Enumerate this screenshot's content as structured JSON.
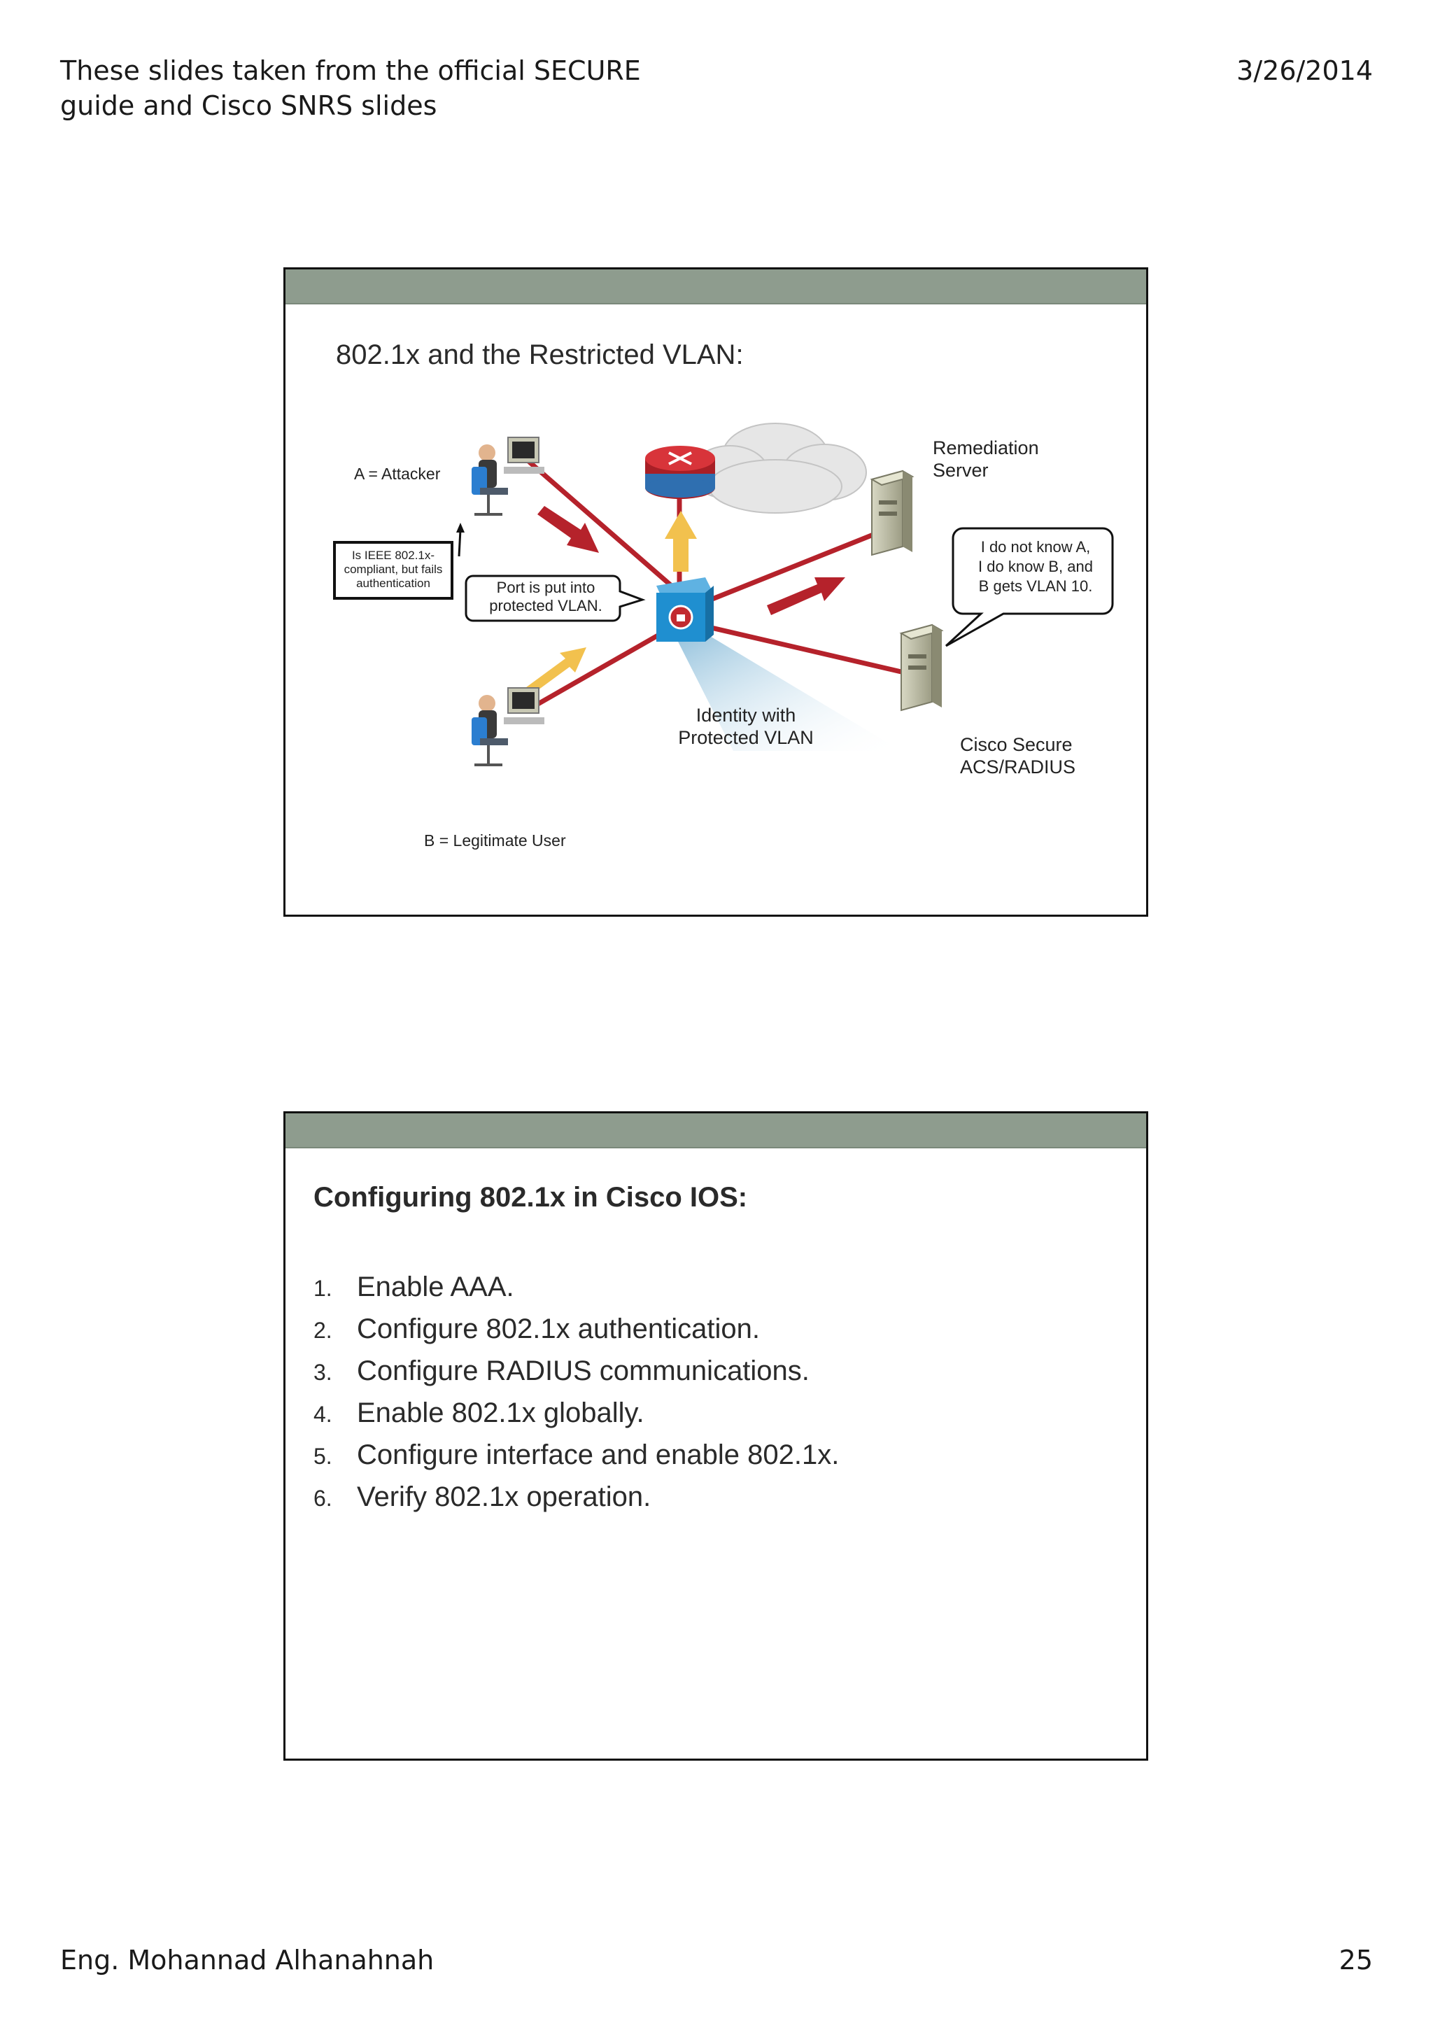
{
  "header": {
    "left_line1": "These slides taken from the official SECURE",
    "left_line2": "guide and Cisco SNRS slides",
    "date": "3/26/2014"
  },
  "slide1": {
    "title": "802.1x and the Restricted VLAN:",
    "labels": {
      "attacker": "A = Attacker",
      "legit_user": "B = Legitimate User",
      "ieee_note_1": "Is IEEE 802.1x-",
      "ieee_note_2": "compliant, but fails",
      "ieee_note_3": "authentication",
      "port_note_1": "Port is put into",
      "port_note_2": "protected VLAN.",
      "identity_1": "Identity with",
      "identity_2": "Protected VLAN",
      "remediation_1": "Remediation",
      "remediation_2": "Server",
      "server_note_1": "I do not know A,",
      "server_note_2": "I do know B, and",
      "server_note_3": "B gets VLAN 10.",
      "acs_1": "Cisco Secure",
      "acs_2": "ACS/RADIUS"
    }
  },
  "slide2": {
    "title": "Configuring 802.1x in Cisco IOS:",
    "steps": [
      {
        "num": "1.",
        "text": "Enable AAA."
      },
      {
        "num": "2.",
        "text": "Configure 802.1x authentication."
      },
      {
        "num": "3.",
        "text": "Configure RADIUS communications."
      },
      {
        "num": "4.",
        "text": "Enable 802.1x globally."
      },
      {
        "num": "5.",
        "text": "Configure interface and enable 802.1x."
      },
      {
        "num": "6.",
        "text": "Verify 802.1x operation."
      }
    ]
  },
  "footer": {
    "author": "Eng. Mohannad Alhanahnah",
    "page": "25"
  },
  "colors": {
    "slide_bar": "#8e9c8e",
    "link_red": "#b5222b",
    "arrow_yellow": "#f2c14e",
    "switch_blue": "#1f8fd0"
  }
}
